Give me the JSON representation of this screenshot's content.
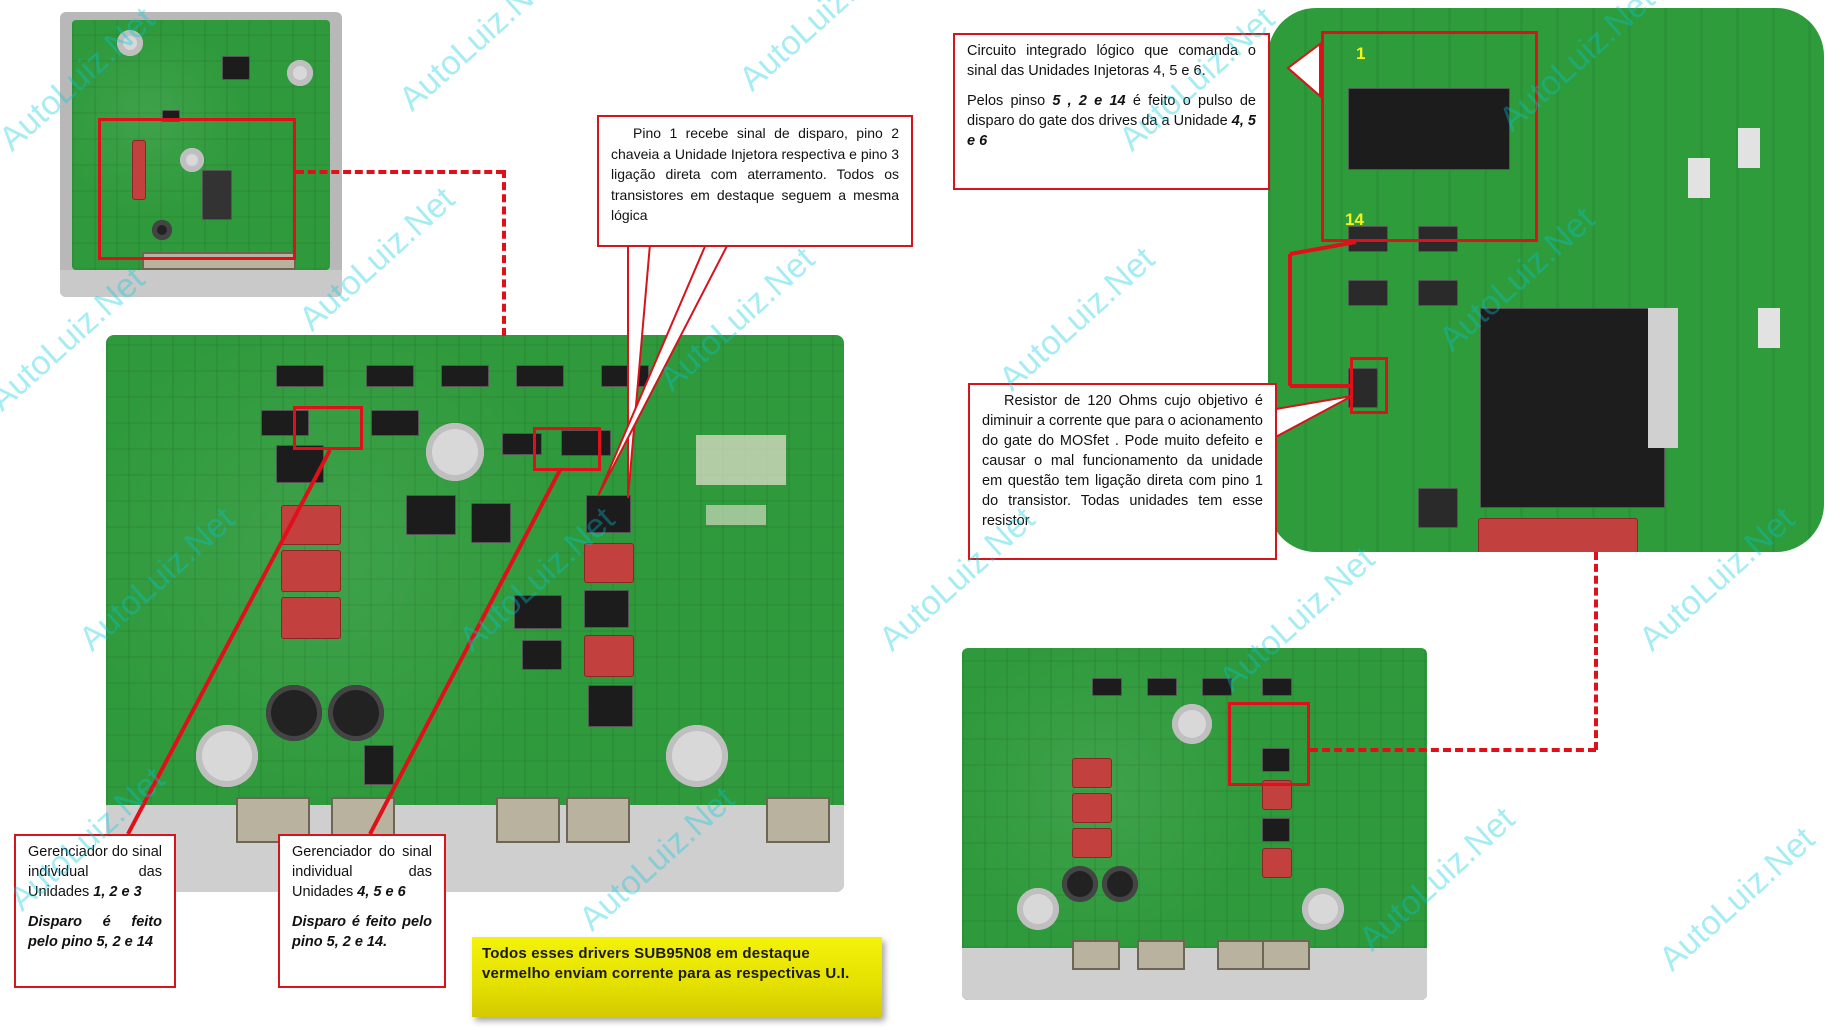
{
  "callouts": {
    "pino": {
      "p1": "Pino 1 recebe sinal de disparo, pino 2 chaveia a Unidade Injetora respectiva e pino 3 ligação direta com aterramento. Todos os transistores em destaque seguem a mesma lógica"
    },
    "ci": {
      "p1": "Circuito integrado lógico que comanda o sinal das Unidades Injetoras 4, 5 e 6.",
      "p2_prefix": "Pelos pinso",
      "p2_pins": "5 , 2 e 14",
      "p2_mid": "é feito o pulso de disparo do gate dos drives da a Unidade",
      "p2_units": "4, 5 e 6"
    },
    "resistor": {
      "p1": "Resistor de 120 Ohms cujo objetivo é diminuir a corrente que para o acionamento do gate do MOSfet . Pode muito defeito e causar o mal funcionamento da unidade em questão tem ligação direta com pino 1 do transistor. Todas unidades tem esse resistor"
    },
    "ger123": {
      "line1": "Gerenciador do sinal individual das Unidades",
      "units": "1, 2 e 3",
      "line2": "Disparo é feito pelo pino 5, 2 e 14"
    },
    "ger456": {
      "line1": "Gerenciador do sinal individual das Unidades",
      "units": "4, 5 e 6",
      "line2": "Disparo é feito pelo pino 5, 2 e 14."
    }
  },
  "banner": {
    "text": "Todos esses drivers SUB95N08 em destaque vermelho enviam corrente para as respectivas U.I."
  },
  "pin_labels": {
    "first": "1",
    "last": "14"
  },
  "watermark": "AutoLuiz.Net"
}
